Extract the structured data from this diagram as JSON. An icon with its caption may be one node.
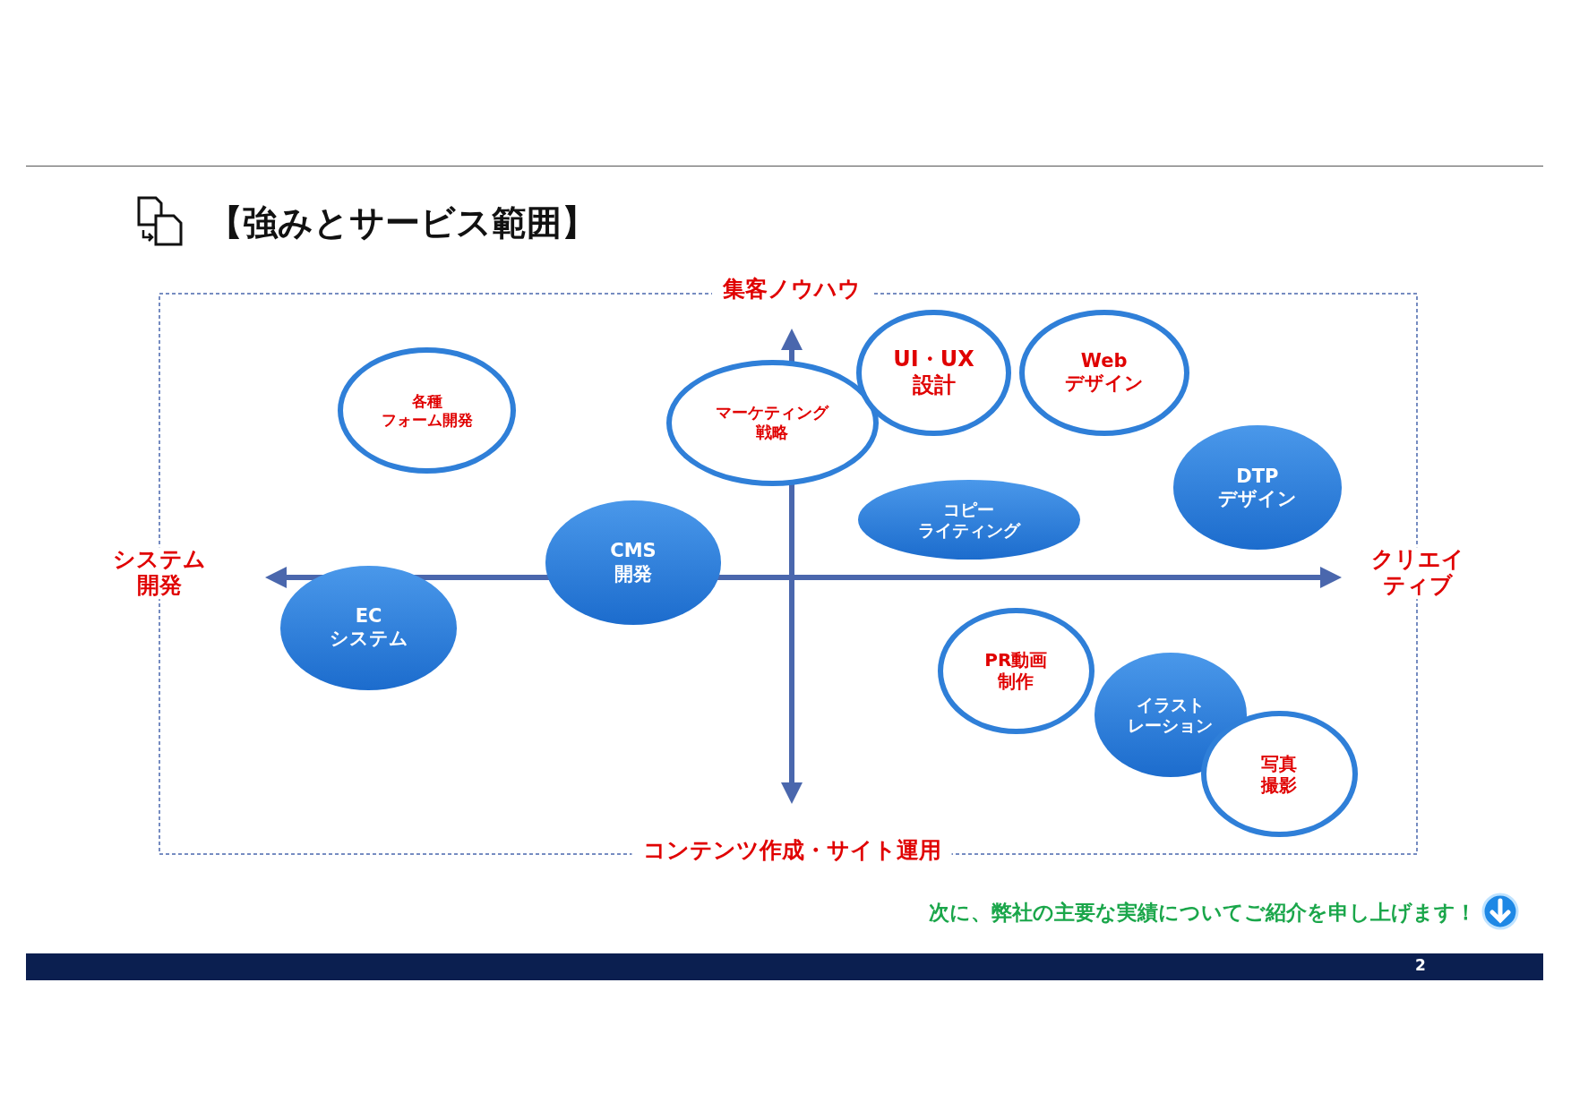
{
  "diagram": {
    "title": "【強みとサービス範囲】",
    "nodes": [
      {
        "text": [
          "UI・UX設計"
        ]
      },
      {
        "text": [
          "Webデザイン"
        ]
      },
      {
        "text": [
          "各種フォーム開発"
        ]
      },
      {
        "text": [
          "マーケティング戦略"
        ]
      },
      {
        "text": [
          "DTPデザイン"
        ]
      },
      {
        "text": [
          "コピーライティング"
        ]
      },
      {
        "text": [
          "CMS開発"
        ]
      },
      {
        "text": [
          "ECシステム"
        ]
      },
      {
        "text": [
          "PR動画制作"
        ]
      },
      {
        "text": [
          "イラストレーション"
        ]
      },
      {
        "text": [
          "写真撮影"
        ]
      }
    ],
    "edges": [],
    "labels": [
      "集客ノウハウ",
      "システム開発",
      "クリエイティブ",
      "コンテンツ作成・サイト運用",
      "次に、弊社の主要な実績についてご紹介を申し上げます！",
      "2"
    ]
  }
}
